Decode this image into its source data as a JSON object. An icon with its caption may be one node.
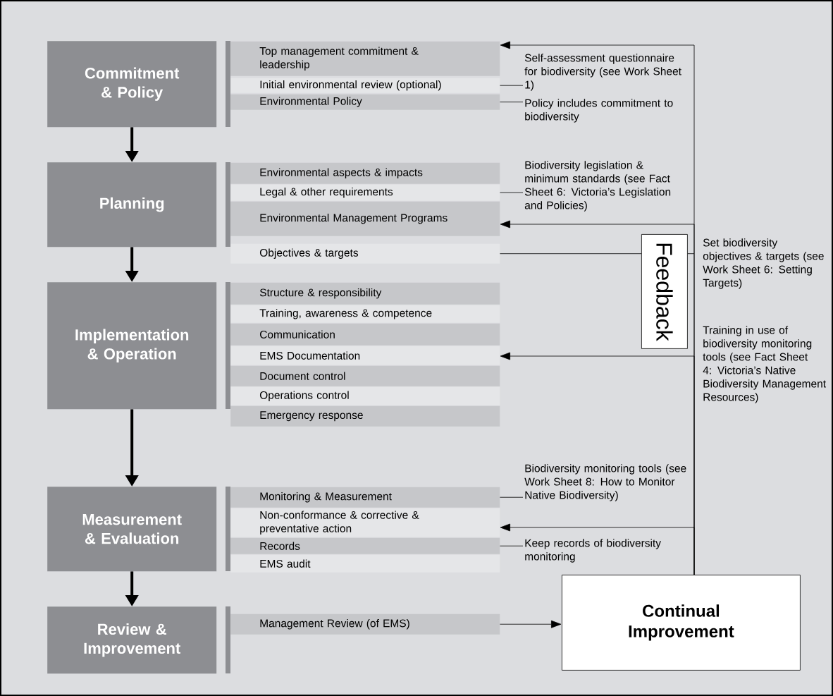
{
  "diagram": {
    "nodes": [
      {
        "text": [
          "Commitment & Policy"
        ]
      },
      {
        "text": [
          "Planning"
        ]
      },
      {
        "text": [
          "Implementation & Operation"
        ]
      },
      {
        "text": [
          "Measurement & Evaluation"
        ]
      },
      {
        "text": [
          "Review & Improvement"
        ]
      },
      {
        "text": [
          "Top management commitment & leadership"
        ]
      },
      {
        "text": [
          "Initial environmental review (optional)"
        ]
      },
      {
        "text": [
          "Environmental Policy"
        ]
      },
      {
        "text": [
          "Environmental aspects & impacts"
        ]
      },
      {
        "text": [
          "Legal & other requirements"
        ]
      },
      {
        "text": [
          "Environmental Management Programs"
        ]
      },
      {
        "text": [
          "Objectives & targets"
        ]
      },
      {
        "text": [
          "Structure & responsibility"
        ]
      },
      {
        "text": [
          "Training, awareness & competence"
        ]
      },
      {
        "text": [
          "Communication"
        ]
      },
      {
        "text": [
          "EMS Documentation"
        ]
      },
      {
        "text": [
          "Document control"
        ]
      },
      {
        "text": [
          "Operations control"
        ]
      },
      {
        "text": [
          "Emergency response"
        ]
      },
      {
        "text": [
          "Monitoring & Measurement"
        ]
      },
      {
        "text": [
          "Non-conformance & corrective & preventative action"
        ]
      },
      {
        "text": [
          "Records"
        ]
      },
      {
        "text": [
          "EMS audit"
        ]
      },
      {
        "text": [
          "Management Review (of EMS)"
        ]
      },
      {
        "text": [
          "Self-assessment questionnaire for biodiversity (see Work Sheet 1)"
        ]
      },
      {
        "text": [
          "Policy includes commitment to biodiversity"
        ]
      },
      {
        "text": [
          "Biodiversity legislation & minimum standards (see Fact Sheet 6: Victoria’s Legislation and Policies)"
        ]
      },
      {
        "text": [
          "Set biodiversity objectives & targets (see Work Sheet 6: Setting Targets)"
        ]
      },
      {
        "text": [
          "Training in use of biodiversity monitoring tools (see Fact Sheet 4: Victoria’s Native Biodiversity Management Resources)"
        ]
      },
      {
        "text": [
          "Biodiversity monitoring tools (see Work Sheet 8: How to Monitor Native Biodiversity)"
        ]
      },
      {
        "text": [
          "Keep records of biodiversity monitoring"
        ]
      },
      {
        "text": [
          "Feedback"
        ]
      },
      {
        "text": [
          "Continual Improvement"
        ]
      }
    ],
    "edges": [
      {
        "from": 0,
        "to": 1,
        "arrow": "to",
        "style": "thick"
      },
      {
        "from": 1,
        "to": 2,
        "arrow": "to",
        "style": "thick"
      },
      {
        "from": 2,
        "to": 3,
        "arrow": "to",
        "style": "thick"
      },
      {
        "from": 3,
        "to": 4,
        "arrow": "to",
        "style": "thick"
      },
      {
        "from": 6,
        "to": 24,
        "arrow": "none"
      },
      {
        "from": 7,
        "to": 25,
        "arrow": "none"
      },
      {
        "from": 9,
        "to": 26,
        "arrow": "none"
      },
      {
        "from": 11,
        "to": 31,
        "arrow": "none"
      },
      {
        "from": 19,
        "to": 29,
        "arrow": "none"
      },
      {
        "from": 21,
        "to": 30,
        "arrow": "none"
      },
      {
        "from": 23,
        "to": 32,
        "arrow": "to"
      },
      {
        "from": 32,
        "to": 5,
        "arrow": "to"
      },
      {
        "from": 32,
        "to": 10,
        "arrow": "to"
      },
      {
        "from": 32,
        "to": 15,
        "arrow": "to"
      },
      {
        "from": 32,
        "to": 20,
        "arrow": "to"
      }
    ]
  }
}
